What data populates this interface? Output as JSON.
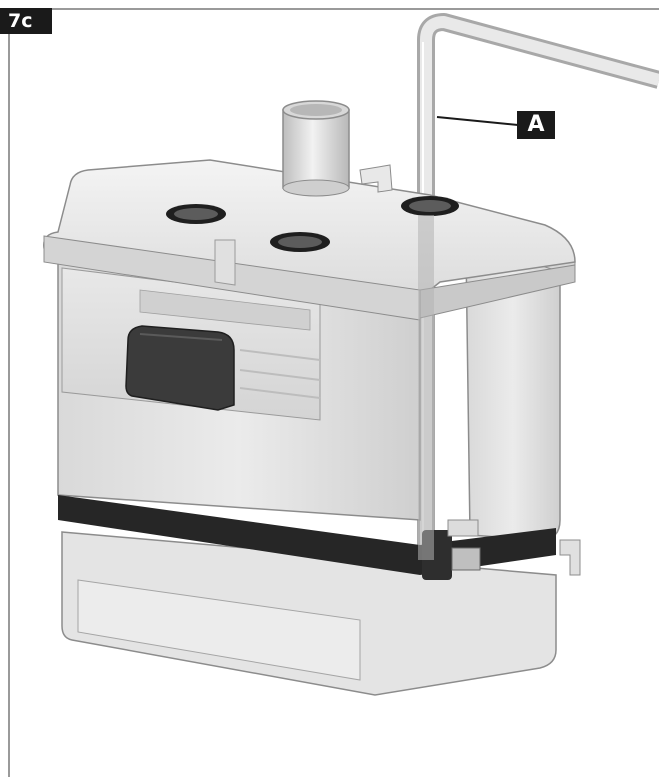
{
  "figure": {
    "step_label": "7c",
    "callout_label": "A",
    "illustration": "sanitary-pump-unit-with-vent-tube-illustration"
  }
}
